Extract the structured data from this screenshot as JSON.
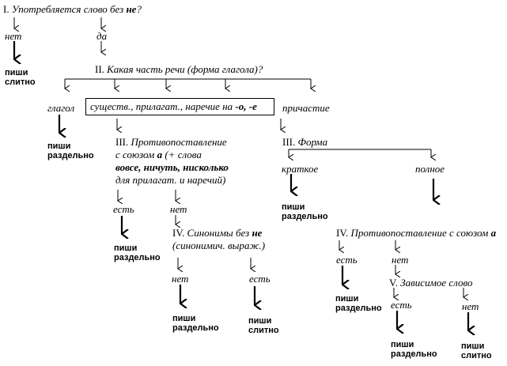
{
  "q1": {
    "num": "I.",
    "text": "Употребляется слово без",
    "ne": "не",
    "q": "?"
  },
  "q2": {
    "num": "II.",
    "text": "Какая часть речи (форма глагола)?"
  },
  "q3a": {
    "num": "III.",
    "line1": "Противопоставление",
    "line2a": "с союзом",
    "line2b": "а",
    "line2c": "(+ слова",
    "line3": "вовсе, ничуть, нисколько",
    "line4": "для прилагат. и наречий)"
  },
  "q3b": {
    "num": "III.",
    "text": "Форма"
  },
  "q4a": {
    "num": "IV.",
    "text": "Синонимы без",
    "ne": "не",
    "line2": "(синонимич. выраж.)"
  },
  "q4b": {
    "num": "IV.",
    "text": "Противопоставление с союзом",
    "a": "а"
  },
  "q5": {
    "num": "V.",
    "text": "Зависимое слово"
  },
  "box": {
    "text": "существ., прилагат., наречие на",
    "suffix": "-о, -е"
  },
  "labels": {
    "net": "нет",
    "da": "да",
    "est": "есть",
    "glagol": "глагол",
    "prichastie": "причастие",
    "kratkoe": "краткое",
    "polnoe": "полное"
  },
  "results": {
    "pishi": "пиши",
    "slitno": "слитно",
    "razdelno": "раздельно"
  }
}
